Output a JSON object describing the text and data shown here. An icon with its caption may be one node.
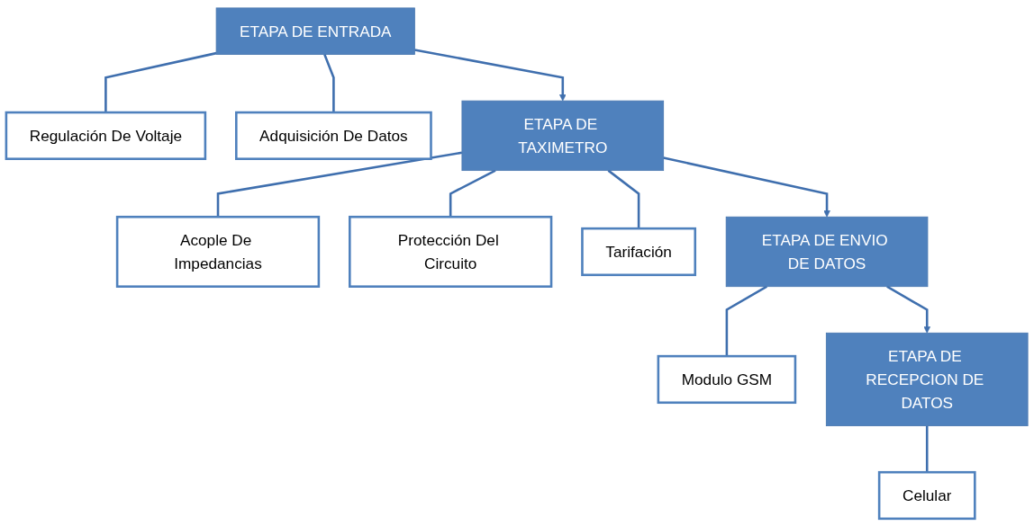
{
  "diagram": {
    "nodes": [
      {
        "text": [
          "ETAPA DE ENTRADA"
        ]
      },
      {
        "text": [
          "Regulación De Voltaje"
        ]
      },
      {
        "text": [
          "Adquisición De Datos"
        ]
      },
      {
        "text": [
          "ETAPA DE TAXIMETRO"
        ]
      },
      {
        "text": [
          "Acople De Impedancias"
        ]
      },
      {
        "text": [
          "Protección Del Circuito"
        ]
      },
      {
        "text": [
          "Tarifación"
        ]
      },
      {
        "text": [
          "ETAPA DE ENVIO DE DATOS"
        ]
      },
      {
        "text": [
          "Modulo GSM"
        ]
      },
      {
        "text": [
          "ETAPA DE RECEPCION DE DATOS"
        ]
      },
      {
        "text": [
          "Celular"
        ]
      }
    ],
    "edges": [
      {
        "from": 0,
        "to": 3,
        "arrow": "to"
      },
      {
        "from": 3,
        "to": 7,
        "arrow": "to"
      },
      {
        "from": 7,
        "to": 9,
        "arrow": "to"
      },
      {
        "from": 0,
        "to": 1,
        "arrow": "none"
      },
      {
        "from": 0,
        "to": 2,
        "arrow": "none"
      },
      {
        "from": 3,
        "to": 4,
        "arrow": "none"
      },
      {
        "from": 3,
        "to": 5,
        "arrow": "none"
      },
      {
        "from": 3,
        "to": 6,
        "arrow": "none"
      },
      {
        "from": 7,
        "to": 8,
        "arrow": "none"
      },
      {
        "from": 9,
        "to": 10,
        "arrow": "none"
      }
    ]
  }
}
